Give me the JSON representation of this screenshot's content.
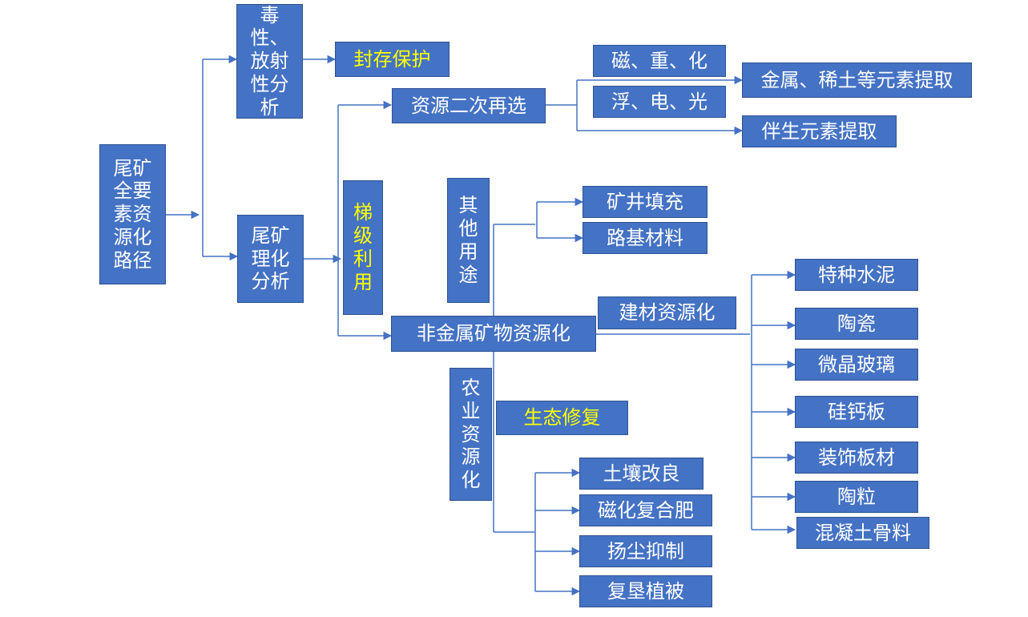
{
  "colors": {
    "box_fill": "#4472C4",
    "box_border": "#2F528F",
    "text": "#FFFFFF",
    "highlight_text": "#FFFF00",
    "line": "#4472C4"
  },
  "nodes": {
    "root": "尾矿全要素资源化路径",
    "toxicity": "毒性、放射性分析",
    "storage": "封存保护",
    "physchem": "尾矿理化分析",
    "cascade": "梯级利用",
    "reselect": "资源二次再选",
    "mag": "磁、重、化",
    "flot": "浮、电、光",
    "metal": "金属、稀土等元素提取",
    "assoc": "伴生元素提取",
    "other": "其他用途",
    "mine_fill": "矿井填充",
    "roadbed": "路基材料",
    "nonmetal": "非金属矿物资源化",
    "building": "建材资源化",
    "cement": "特种水泥",
    "ceramic": "陶瓷",
    "glass": "微晶玻璃",
    "board": "硅钙板",
    "decor": "装饰板材",
    "pellet": "陶粒",
    "aggregate": "混凝土骨料",
    "agri": "农业资源化",
    "eco": "生态修复",
    "soil": "土壤改良",
    "fert": "磁化复合肥",
    "dust": "扬尘抑制",
    "reclaim": "复垦植被"
  }
}
